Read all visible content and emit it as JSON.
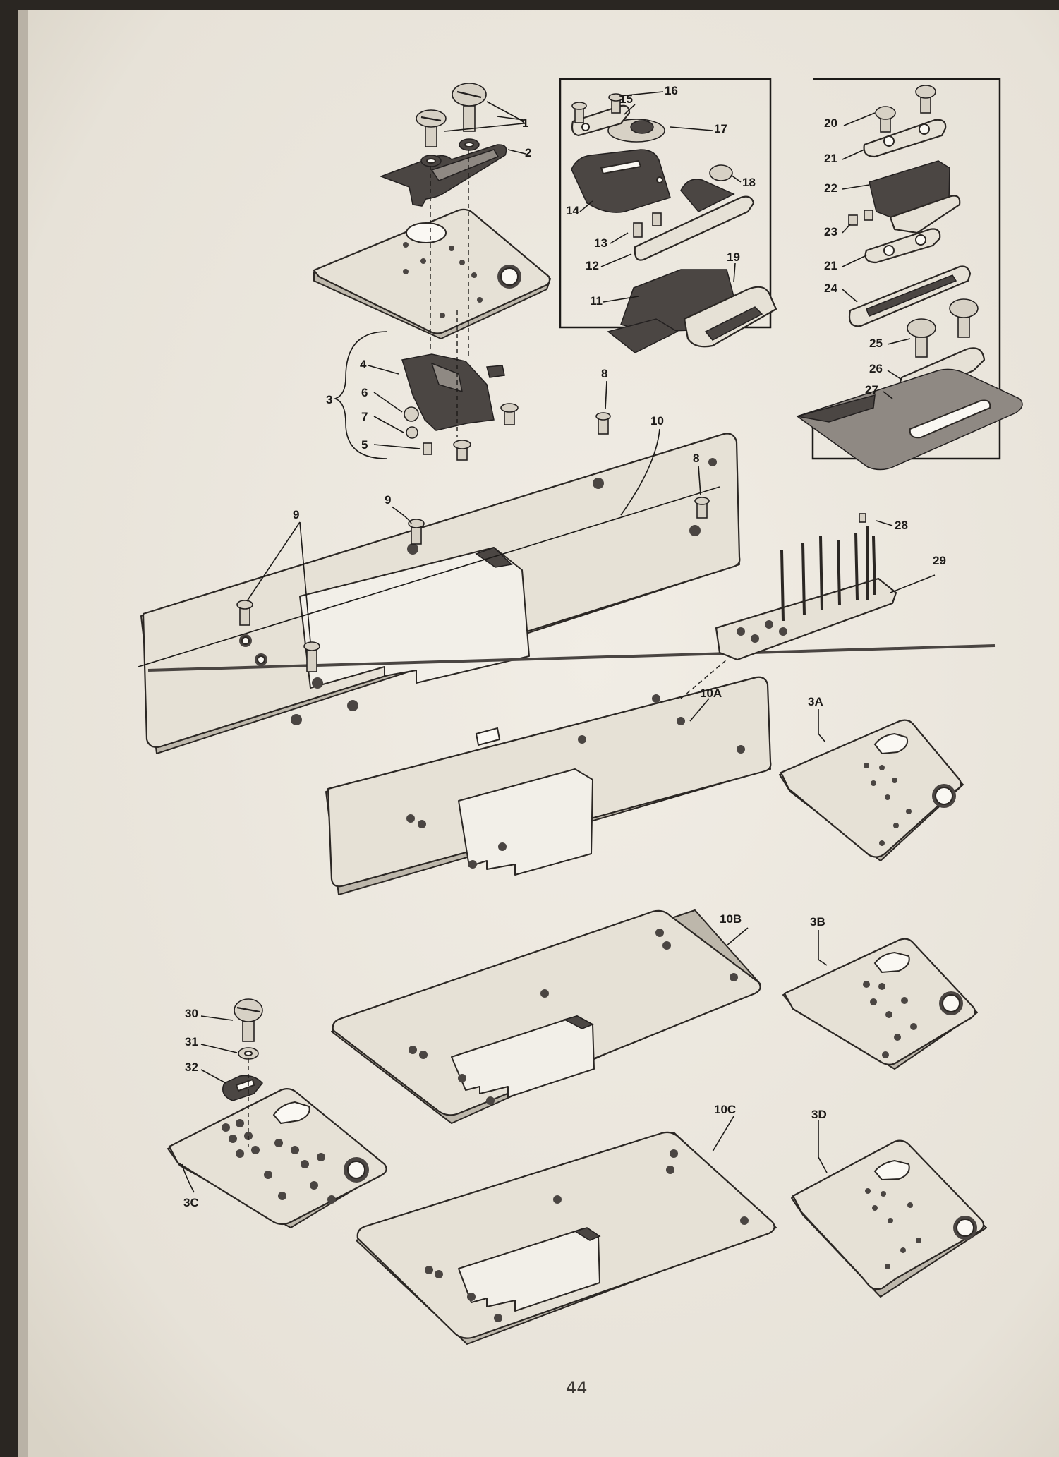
{
  "page_number": "44",
  "colors": {
    "paper": "#ece8df",
    "ink": "#1c1a18",
    "metal": "#e6e1d6",
    "dark_part": "#4b4643"
  },
  "callouts": {
    "n1": "1",
    "n2": "2",
    "n3": "3",
    "n4": "4",
    "n5": "5",
    "n6": "6",
    "n7": "7",
    "n8": "8",
    "n9": "9",
    "n10": "10",
    "n11": "11",
    "n12": "12",
    "n13": "13",
    "n14": "14",
    "n15": "15",
    "n16": "16",
    "n17": "17",
    "n18": "18",
    "n19": "19",
    "n20": "20",
    "n21": "21",
    "n22": "22",
    "n23": "23",
    "n24": "24",
    "n25": "25",
    "n26": "26",
    "n27": "27",
    "n28": "28",
    "n29": "29",
    "n30": "30",
    "n31": "31",
    "n32": "32",
    "n10A": "10A",
    "n10B": "10B",
    "n10C": "10C",
    "n3A": "3A",
    "n3B": "3B",
    "n3C": "3C",
    "n3D": "3D"
  }
}
